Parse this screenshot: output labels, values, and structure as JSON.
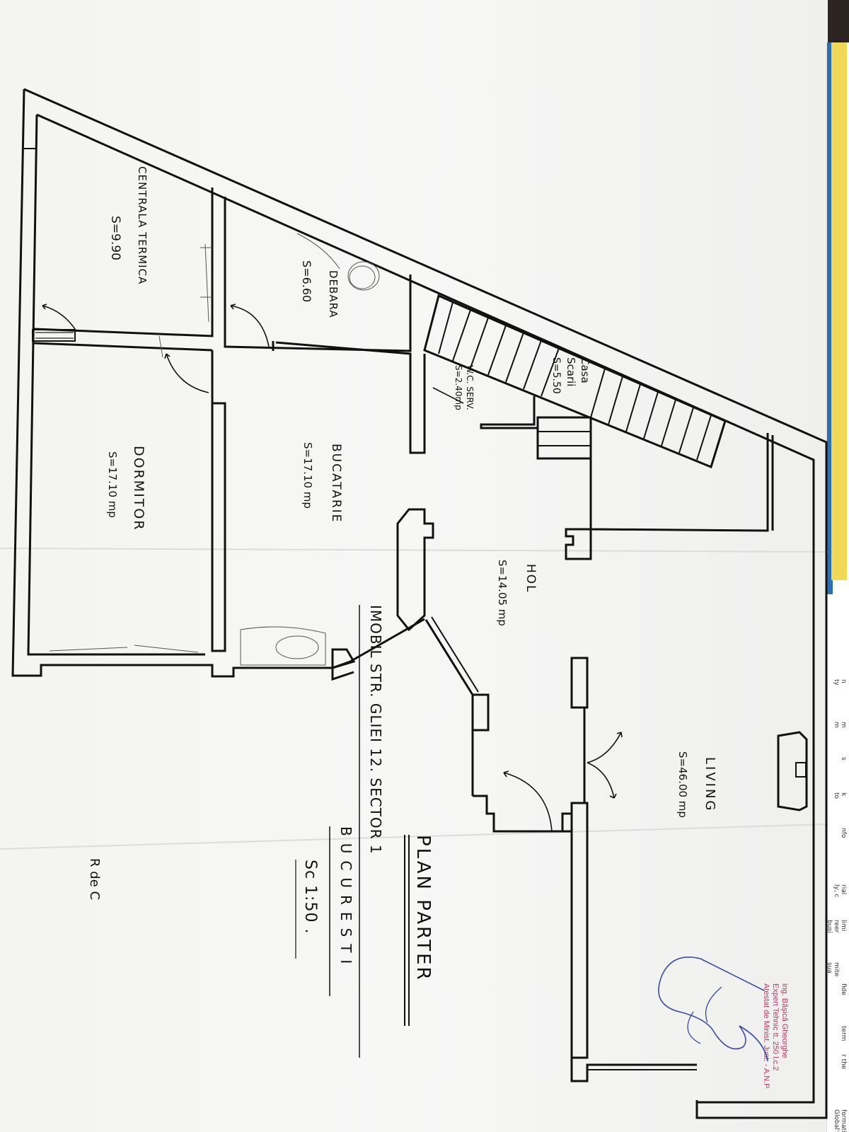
{
  "rooms": {
    "centrala": {
      "name": "CENTRALA TERMICA",
      "area": "S=9.90"
    },
    "debara": {
      "name": "DEBARA",
      "area": "S=6.60"
    },
    "casa_scarii": {
      "name": "Casa",
      "name2": "Scarii",
      "area": "S=5.50"
    },
    "wc": {
      "name": "W.C. SERV.",
      "area": "S=2.40mp"
    },
    "bucatarie": {
      "name": "BUCATARIE",
      "area": "S=17.10 mp"
    },
    "dormitor": {
      "name": "DORMITOR",
      "area": "S=17.10 mp"
    },
    "hol": {
      "name": "HOL",
      "area": "S=14.05 mp"
    },
    "living": {
      "name": "LIVING",
      "area": "S=46.00 mp"
    }
  },
  "title_block": {
    "title": "PLAN PARTER",
    "address": "IMOBIL STR. GLIEI 12. SECTOR 1",
    "city": "BUCURESTI",
    "scale": "Sc 1:50 ."
  },
  "note": "R de C",
  "stamp": {
    "line1": "ing. Băşică Gheorghe",
    "line2": "Expert Tehnic tt. 250 l.c.2",
    "line3": "Atestat de Minist. Just. - A.N.P"
  },
  "edge_fragments": [
    "formati",
    "Global's c",
    "term",
    "r the",
    "fide",
    "mite",
    "sua",
    "limi",
    "reer",
    "busi",
    "rial",
    "ly, c",
    "nfo",
    "k",
    "to",
    "s",
    "m",
    "m",
    "n",
    "ty"
  ],
  "colors": {
    "paper": "#f4f4f2",
    "ink": "#111111",
    "stamp": "#b23a6a",
    "strip_yellow": "#f2d857",
    "strip_blue": "#2f6fb0"
  }
}
